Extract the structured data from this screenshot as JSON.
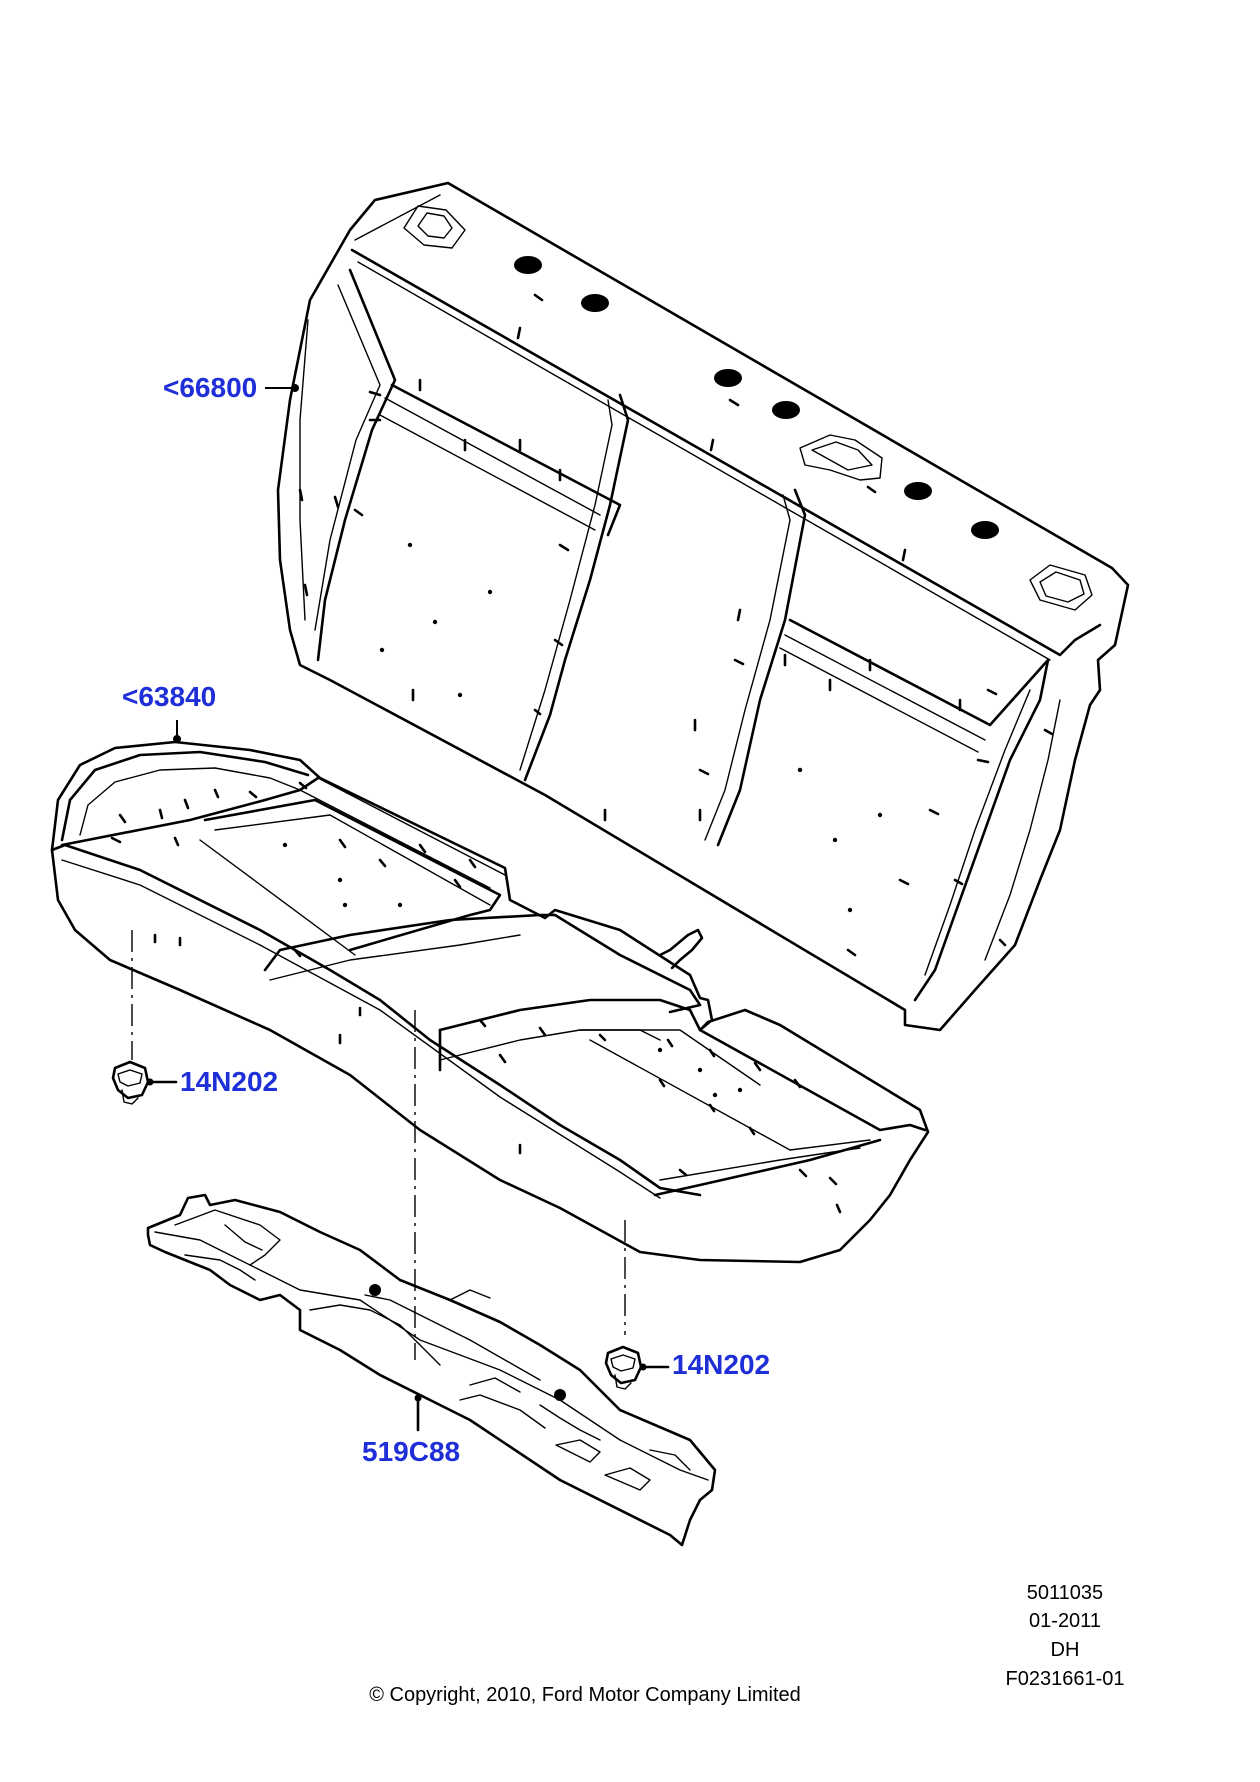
{
  "colors": {
    "callout": "#1f2fd8",
    "line": "#000000"
  },
  "callouts": {
    "backrest": "<66800",
    "cushion": "<63840",
    "clip_left": "14N202",
    "clip_right": "14N202",
    "trim_panel": "519C88"
  },
  "meta": {
    "doc_number": "5011035",
    "date": "01-2011",
    "code": "DH",
    "figure_id": "F0231661-01",
    "copyright": "© Copyright, 2010, Ford Motor Company Limited"
  },
  "icons": {
    "backrest": "seat-backrest-illustration",
    "cushion": "seat-cushion-illustration",
    "trim_panel": "trim-panel-illustration",
    "clip": "push-clip-illustration"
  }
}
